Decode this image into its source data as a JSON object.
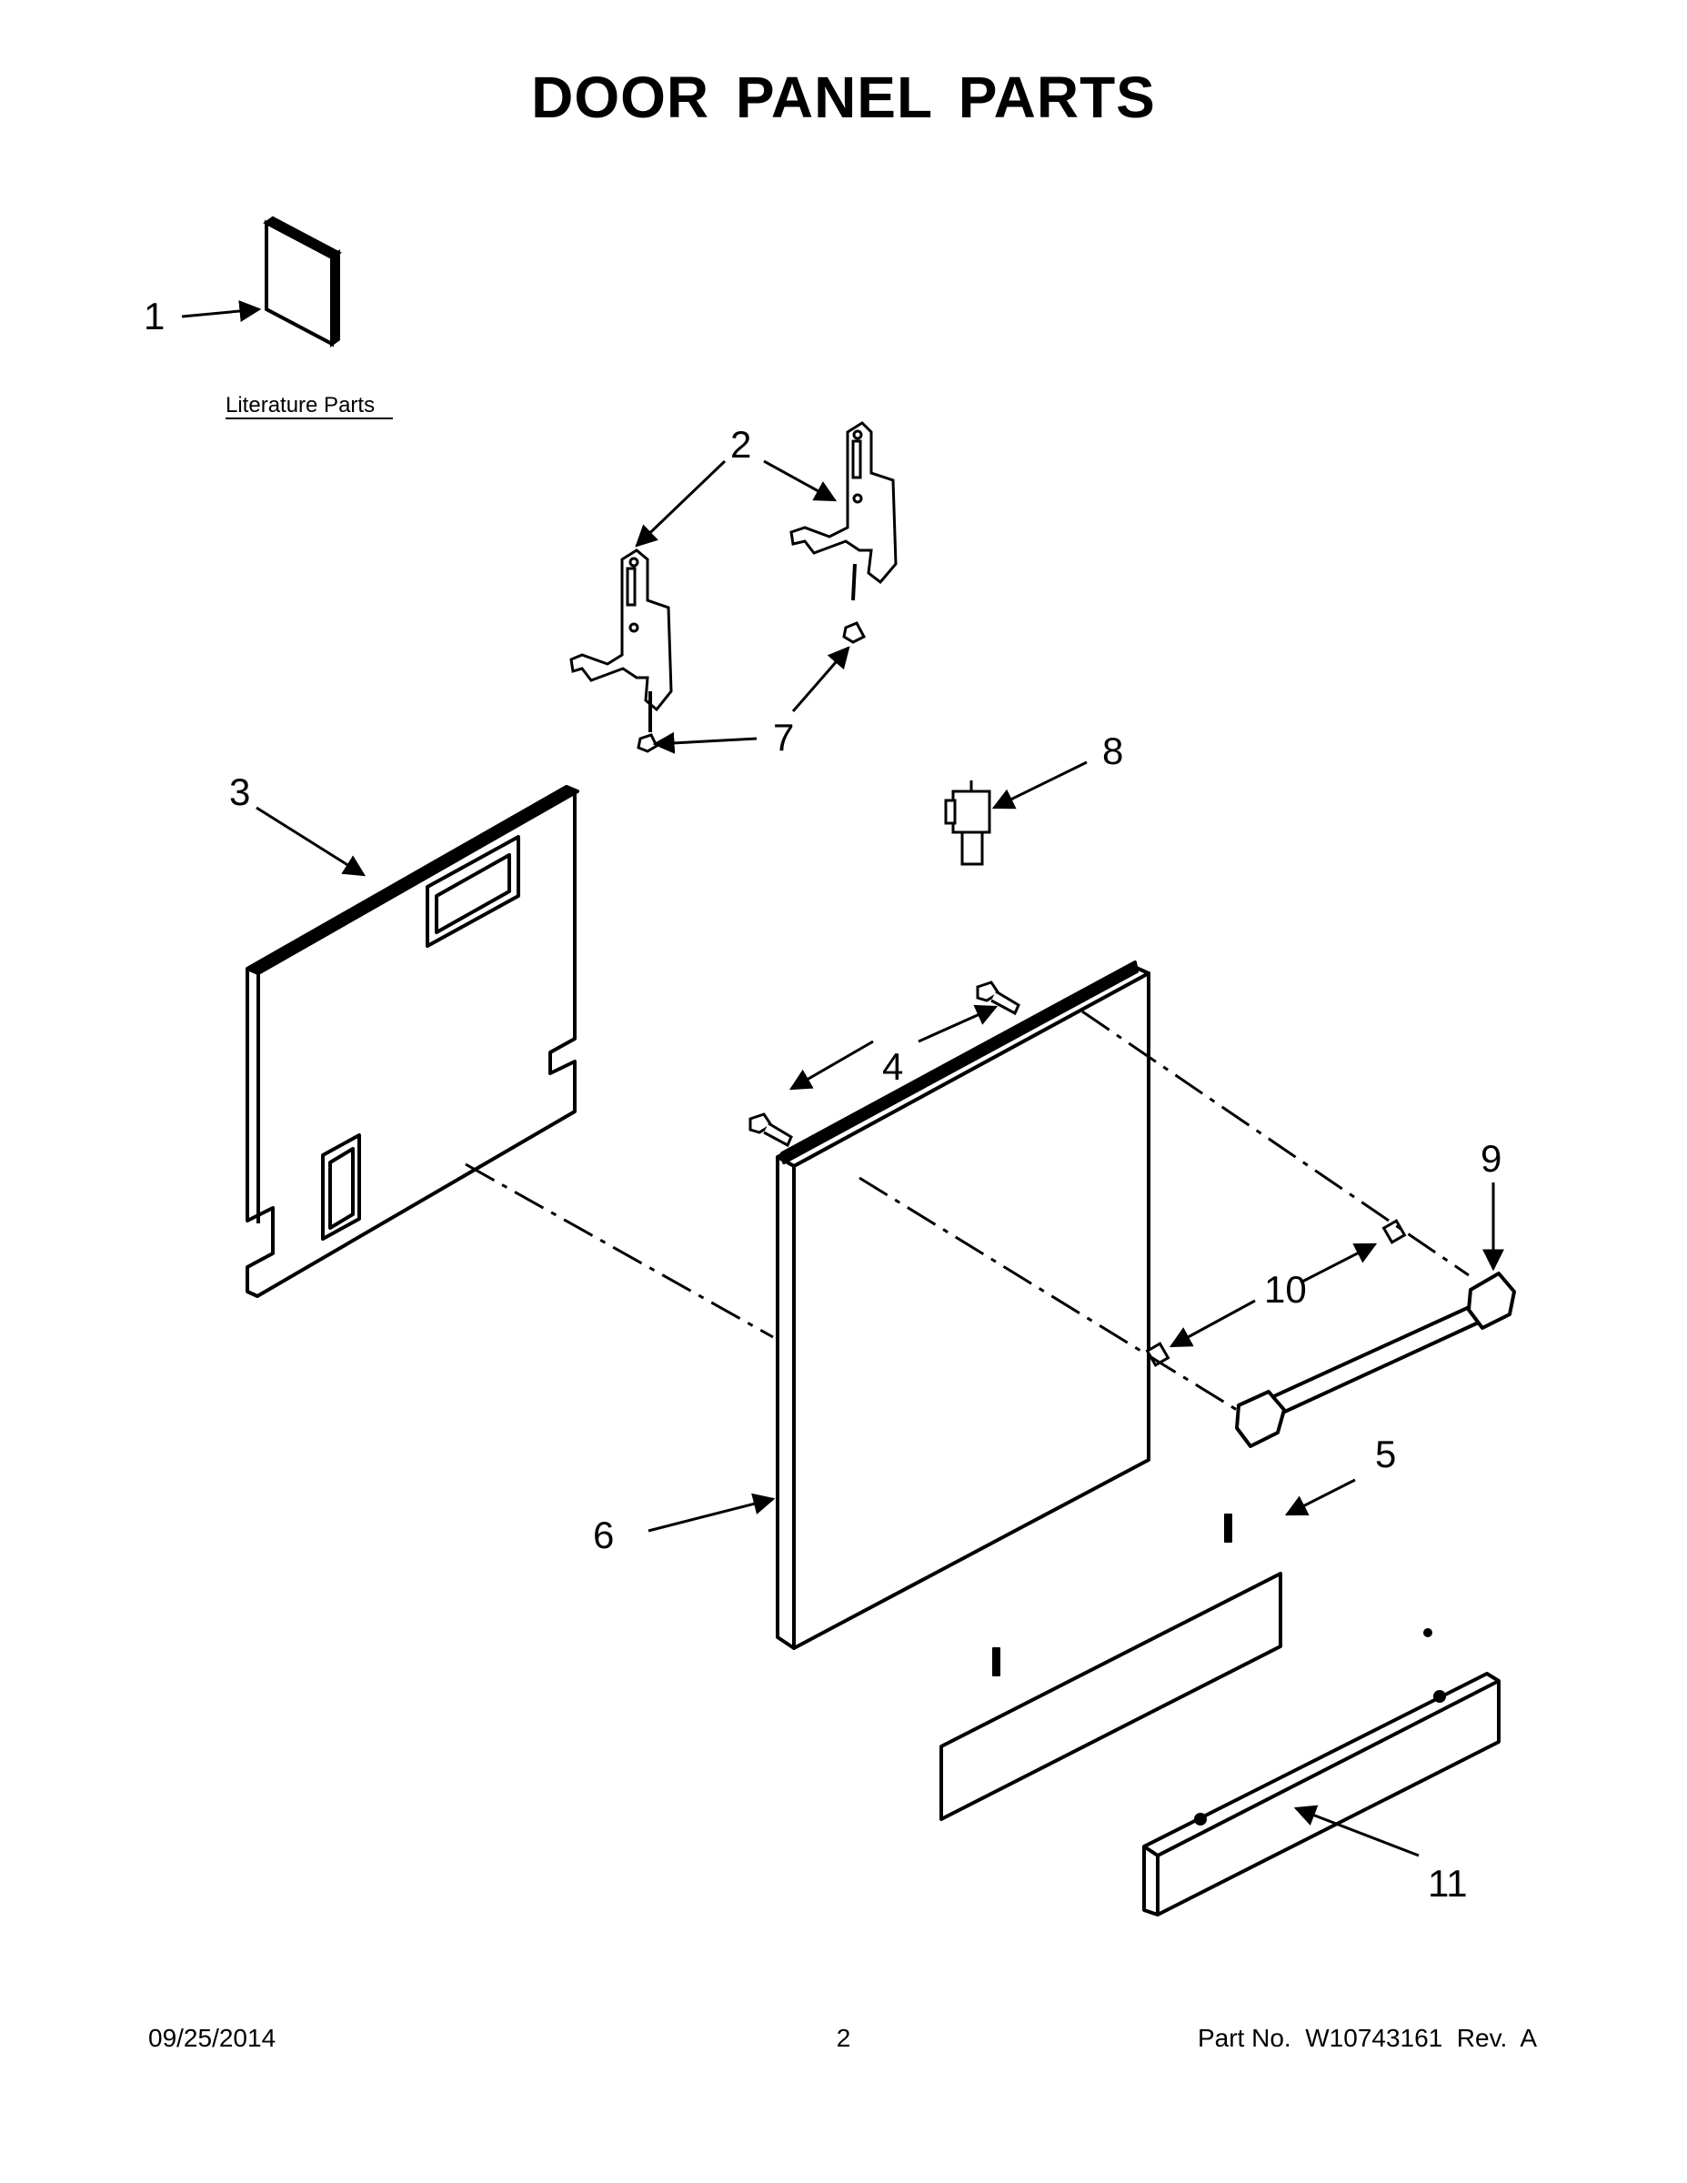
{
  "title": "DOOR PANEL PARTS",
  "literature_label": "Literature Parts",
  "callouts": [
    "1",
    "2",
    "3",
    "4",
    "5",
    "6",
    "7",
    "8",
    "9",
    "10",
    "11"
  ],
  "footer": {
    "date": "09/25/2014",
    "page": "2",
    "part_number": "Part No.  W10743161  Rev.  A"
  }
}
